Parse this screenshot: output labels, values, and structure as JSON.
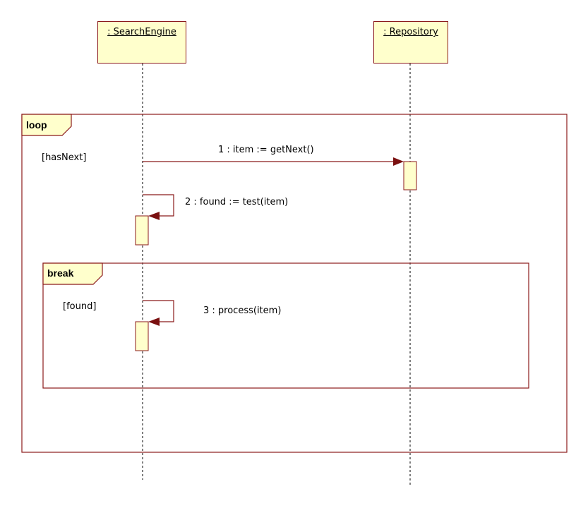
{
  "lifelines": [
    {
      "id": "search-engine",
      "label": ": SearchEngine"
    },
    {
      "id": "repository",
      "label": ": Repository"
    }
  ],
  "fragments": {
    "loop": {
      "operator": "loop",
      "guard": "[hasNext]"
    },
    "break": {
      "operator": "break",
      "guard": "[found]"
    }
  },
  "messages": [
    {
      "label": "1 : item := getNext()",
      "from": "search-engine",
      "to": "repository"
    },
    {
      "label": "2 : found := test(item)",
      "from": "search-engine",
      "to": "search-engine"
    },
    {
      "label": "3 : process(item)",
      "from": "search-engine",
      "to": "search-engine"
    }
  ],
  "colors": {
    "border": "#8b1a1a",
    "fill": "#ffffcc",
    "arrow": "#7a1010"
  }
}
